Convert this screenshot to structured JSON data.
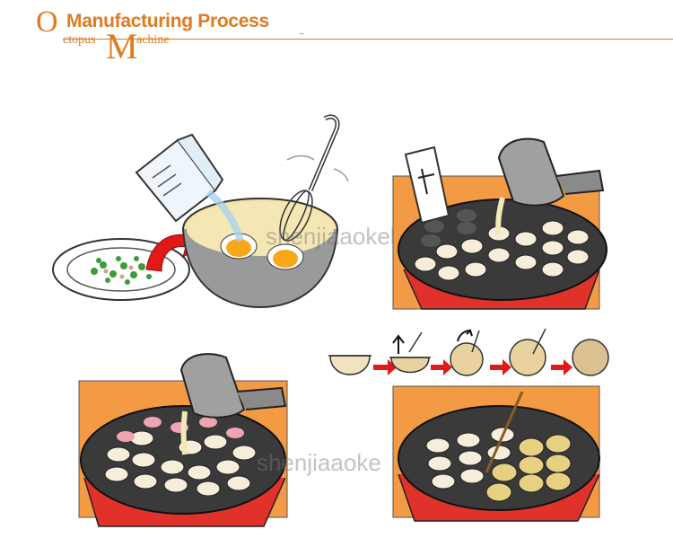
{
  "header": {
    "letter_o": "O",
    "title": "Manufacturing Process",
    "sub_left": "ctopus",
    "letter_m": "M",
    "sub_right": "achine",
    "accent_color": "#e07a1f"
  },
  "watermarks": [
    "shenjiaaokel",
    "shenjiaaoke"
  ],
  "icons": [
    "measuring-cup-icon",
    "whisk-icon",
    "bowl-icon",
    "plate-icon",
    "arrow-icon",
    "pitcher-icon",
    "takoyaki-pan-icon",
    "skewer-icon"
  ]
}
